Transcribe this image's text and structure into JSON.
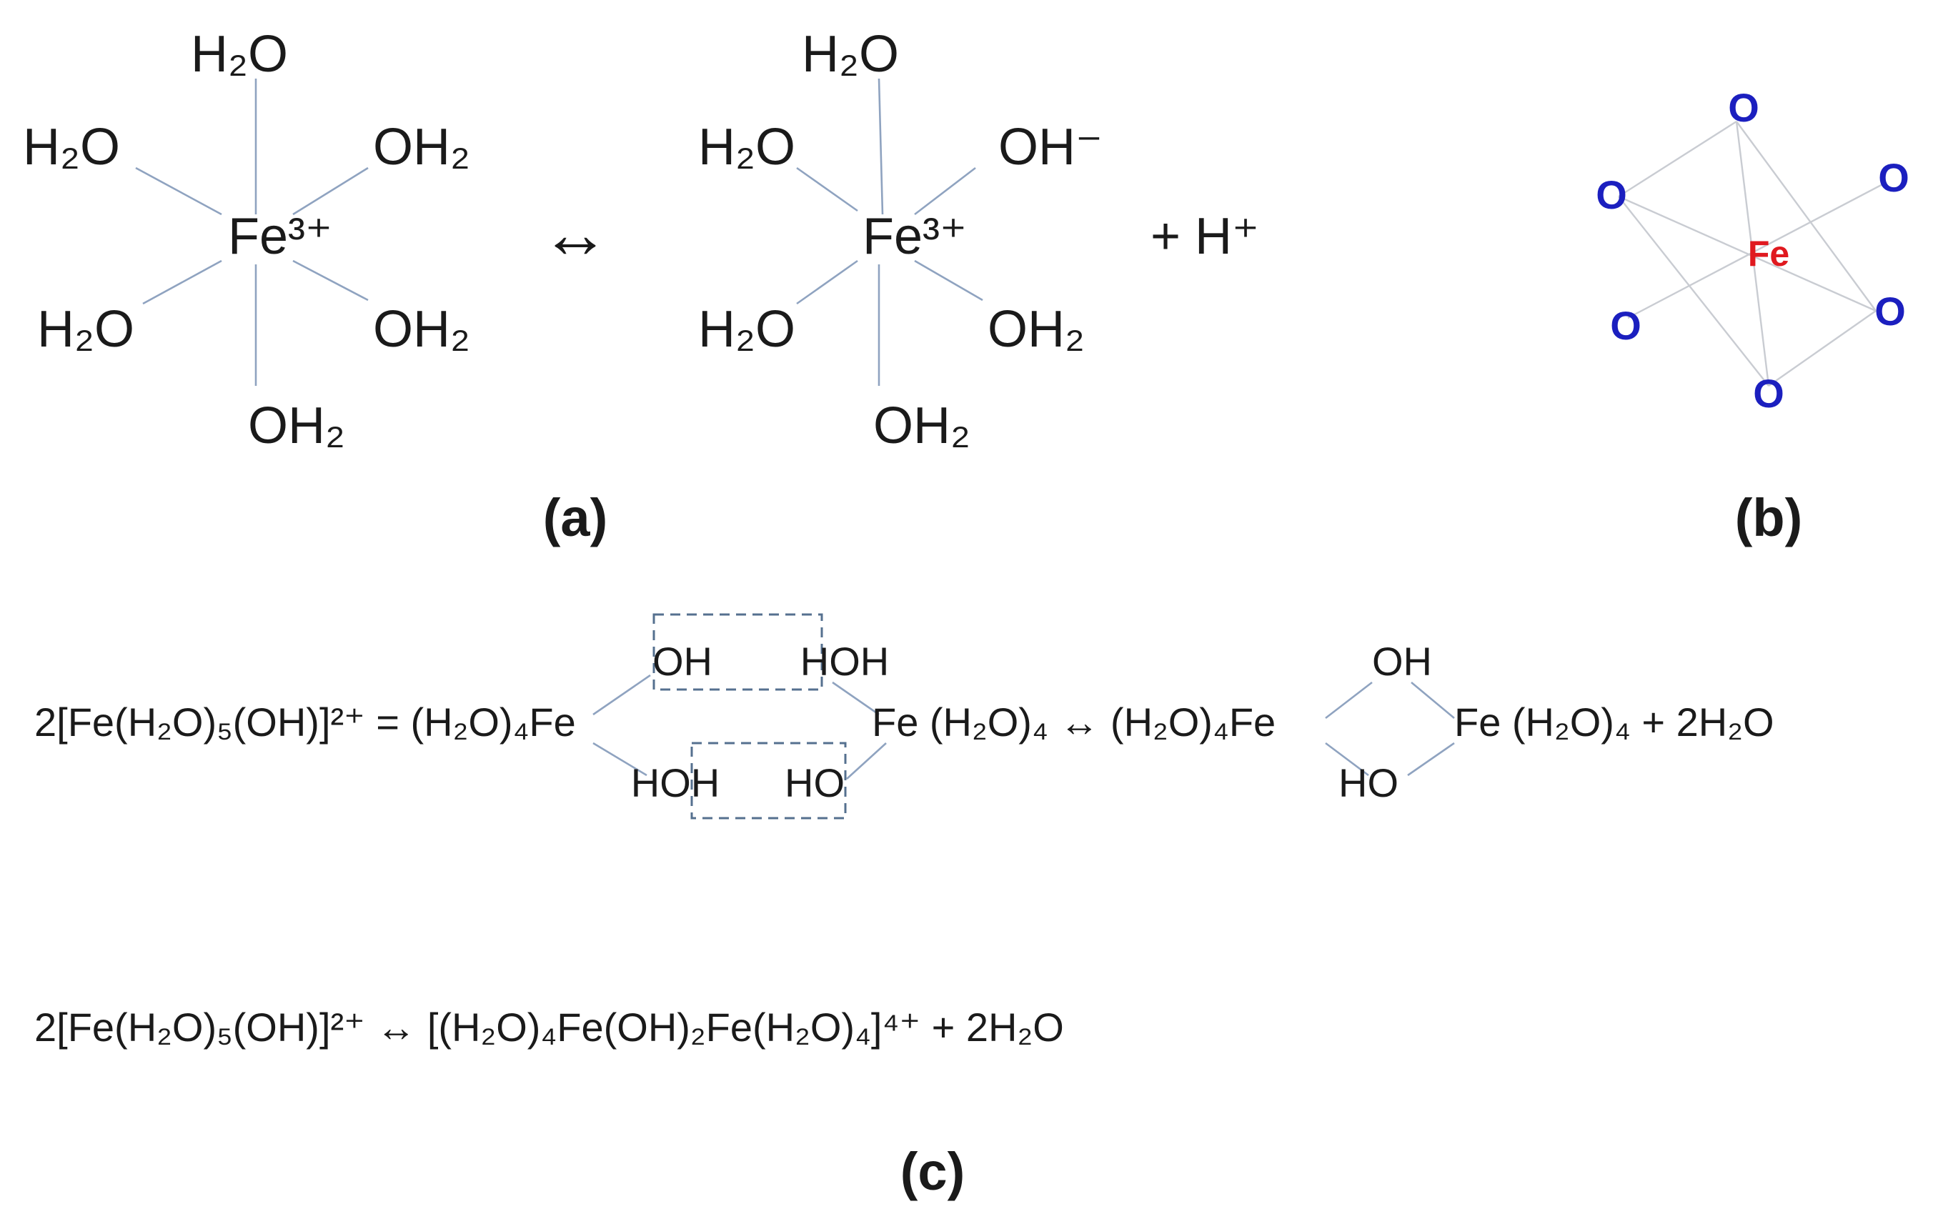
{
  "colors": {
    "bond": "#8fa3c0",
    "oxygen": "#1b1fbf",
    "iron": "#e0191f",
    "dashed_box": "#55708f"
  },
  "panel_a": {
    "left": {
      "top": "H₂O",
      "upper_left": "H₂O",
      "upper_right": "OH₂",
      "center": "Fe³⁺",
      "lower_left": "H₂O",
      "lower_right": "OH₂",
      "bottom": "OH₂"
    },
    "arrow": "↔",
    "right": {
      "top": "H₂O",
      "upper_left": "H₂O",
      "upper_right": "OH⁻",
      "center": "Fe³⁺",
      "lower_left": "H₂O",
      "lower_right": "OH₂",
      "bottom": "OH₂"
    },
    "plus_proton": "+  H⁺",
    "caption": "(a)"
  },
  "panel_b": {
    "center": "Fe",
    "oxygen": [
      "O",
      "O",
      "O",
      "O",
      "O",
      "O"
    ],
    "caption": "(b)"
  },
  "panel_c": {
    "eq1": {
      "reactant": "2[Fe(H₂O)₅(OH)]²⁺ = (H₂O)₄Fe",
      "top_left": "OH",
      "top_right": "HOH",
      "bottom_left": "HOH",
      "bottom_right": "HO",
      "middle": "Fe (H₂O)₄ ↔ (H₂O)₄Fe",
      "bridge_top": "OH",
      "bridge_bottom": "HO",
      "product": "Fe (H₂O)₄ + 2H₂O"
    },
    "eq2": "2[Fe(H₂O)₅(OH)]²⁺ ↔ [(H₂O)₄Fe(OH)₂Fe(H₂O)₄]⁴⁺ + 2H₂O",
    "caption": "(c)"
  }
}
